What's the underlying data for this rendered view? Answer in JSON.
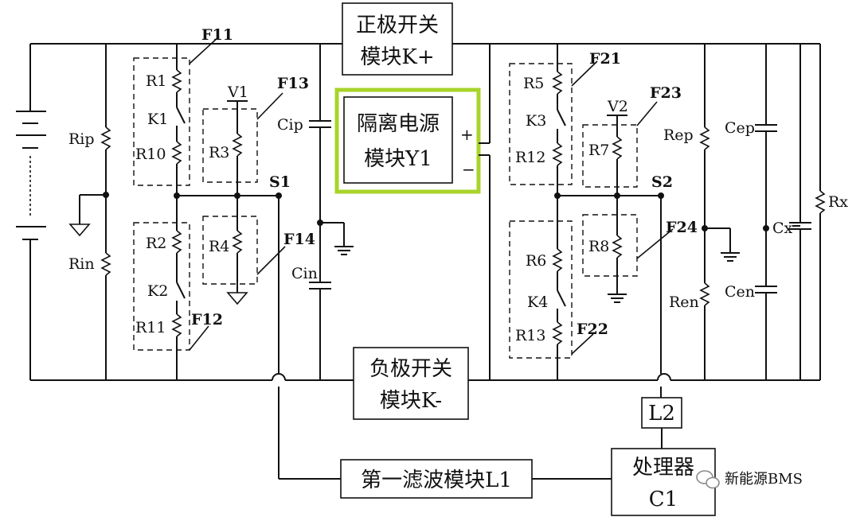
{
  "blocks": {
    "pos_switch": [
      "正极开关",
      "模块K+"
    ],
    "neg_switch": [
      "负极开关",
      "模块K-"
    ],
    "iso_power": [
      "隔离电源",
      "模块Y1"
    ],
    "filter": "第一滤波模块L1",
    "processor": [
      "处理器",
      "C1"
    ],
    "l2": "L2",
    "iso_plus": "+",
    "iso_minus": "−"
  },
  "labels": {
    "rip": "Rip",
    "rin": "Rin",
    "r1": "R1",
    "k1": "K1",
    "r10": "R10",
    "r2": "R2",
    "k2": "K2",
    "r11": "R11",
    "r3": "R3",
    "r4": "R4",
    "v1": "V1",
    "r5": "R5",
    "k3": "K3",
    "r12": "R12",
    "r6": "R6",
    "k4": "K4",
    "r13": "R13",
    "r7": "R7",
    "r8": "R8",
    "v2": "V2",
    "cip": "Cip",
    "cin": "Cin",
    "rep": "Rep",
    "ren": "Ren",
    "cep": "Cep",
    "cen": "Cen",
    "cx": "Cx",
    "rx": "Rx",
    "s1": "S1",
    "s2": "S2"
  },
  "tags": {
    "f11": "F11",
    "f12": "F12",
    "f13": "F13",
    "f14": "F14",
    "f21": "F21",
    "f22": "F22",
    "f23": "F23",
    "f24": "F24"
  },
  "watermark": "新能源BMS",
  "colors": {
    "highlight": "#a8d42a",
    "line": "#111111"
  }
}
